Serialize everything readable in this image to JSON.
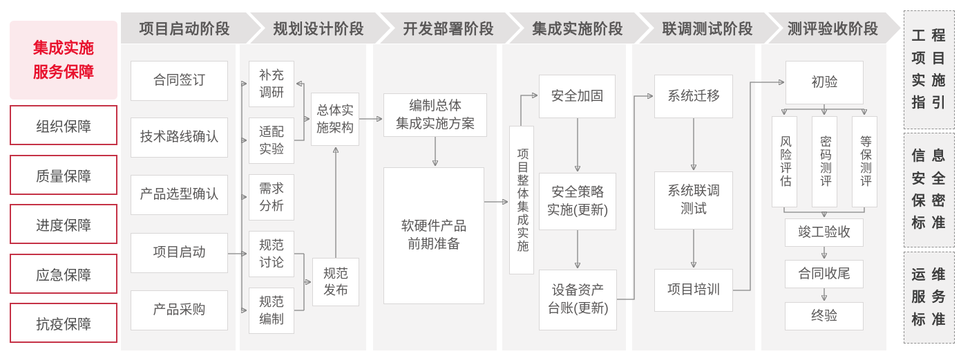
{
  "sidebar": {
    "title_lines": [
      "集成实施",
      "服务保障"
    ],
    "items": [
      "组织保障",
      "质量保障",
      "进度保障",
      "应急保障",
      "抗疫保障"
    ]
  },
  "phases": [
    "项目启动阶段",
    "规划设计阶段",
    "开发部署阶段",
    "集成实施阶段",
    "联调测试阶段",
    "测评验收阶段"
  ],
  "flow": {
    "contract_signing": "合同签订",
    "tech_route_confirm": "技术路线确认",
    "product_selection_confirm": "产品选型确认",
    "project_kickoff": "项目启动",
    "product_procurement": "产品采购",
    "supplementary_research": [
      "补充",
      "调研"
    ],
    "adaptation_experiment": [
      "适配",
      "实验"
    ],
    "requirement_analysis": [
      "需求",
      "分析"
    ],
    "spec_discussion": [
      "规范",
      "讨论"
    ],
    "spec_compilation": [
      "规范",
      "编制"
    ],
    "overall_impl_architecture": [
      "总体实",
      "施架构"
    ],
    "spec_release": [
      "规范",
      "发布"
    ],
    "compile_overall_plan": [
      "编制总体",
      "集成实施方案"
    ],
    "hw_sw_preparation": [
      "软硬件产品",
      "前期准备"
    ],
    "overall_integration_impl": "项目整体集成实施",
    "security_hardening": "安全加固",
    "security_policy_impl": [
      "安全策略",
      "实施(更新)"
    ],
    "asset_ledger_update": [
      "设备资产",
      "台账(更新)"
    ],
    "system_migration": "系统迁移",
    "system_joint_test": [
      "系统联调",
      "测试"
    ],
    "project_training": "项目培训",
    "initial_acceptance": "初验",
    "risk_assessment": "风险评估",
    "crypto_evaluation": "密码测评",
    "mlps_evaluation": "等保测评",
    "completion_acceptance": "竣工验收",
    "contract_closure": "合同收尾",
    "final_acceptance": "终验"
  },
  "standards": [
    {
      "lines": [
        "工程",
        "项目",
        "实施",
        "指引"
      ]
    },
    {
      "lines": [
        "信息",
        "安全",
        "保密",
        "标准"
      ]
    },
    {
      "lines": [
        "运维",
        "服务",
        "标准"
      ]
    }
  ],
  "colors": {
    "accent_red": "#e8112d",
    "border_red": "#c53246",
    "pink_bg": "#fbe9ec",
    "phase_header_bg": "#e3e1e1",
    "column_bg": "#f4f3f3",
    "box_border": "#d9d7d7",
    "text_gray": "#595757",
    "arrow_gray": "#858585"
  }
}
